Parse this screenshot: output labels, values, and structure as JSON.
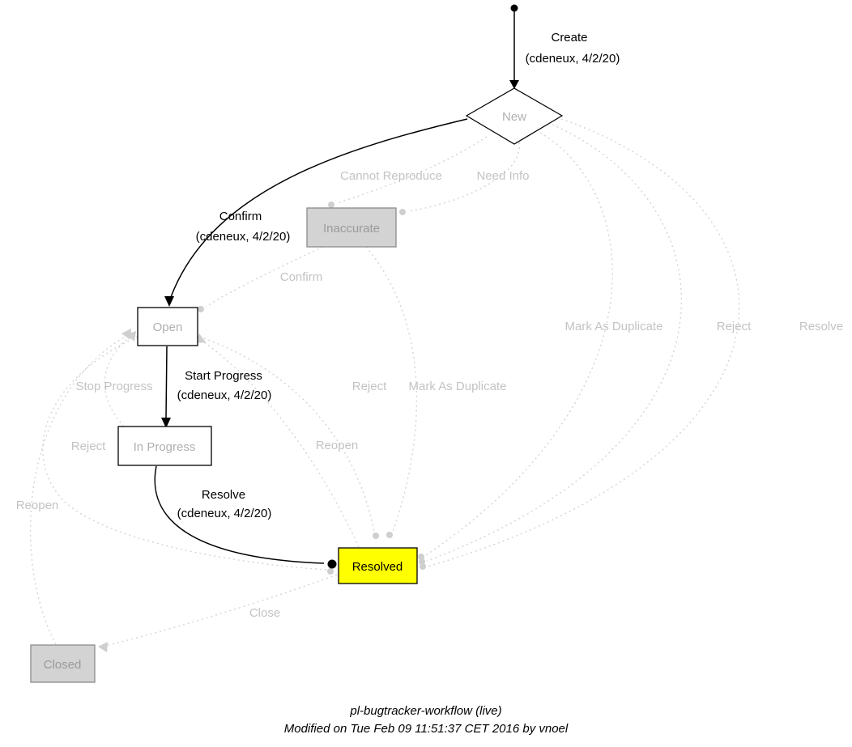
{
  "caption": {
    "line1": "pl-bugtracker-workflow (live)",
    "line2": "Modified on Tue Feb 09 11:51:37 CET 2016 by vnoel"
  },
  "nodes": {
    "new": "New",
    "inaccurate": "Inaccurate",
    "open": "Open",
    "in_progress": "In Progress",
    "resolved": "Resolved",
    "closed": "Closed"
  },
  "edges": {
    "create": {
      "label": "Create",
      "meta": "(cdeneux, 4/2/20)"
    },
    "confirm_done": {
      "label": "Confirm",
      "meta": "(cdeneux, 4/2/20)"
    },
    "start_progress_done": {
      "label": "Start Progress",
      "meta": "(cdeneux, 4/2/20)"
    },
    "resolve_done": {
      "label": "Resolve",
      "meta": "(cdeneux, 4/2/20)"
    },
    "cannot_reproduce": {
      "label": "Cannot Reproduce"
    },
    "need_info": {
      "label": "Need Info"
    },
    "confirm": {
      "label": "Confirm"
    },
    "mark_as_duplicate_right": {
      "label": "Mark As Duplicate"
    },
    "reject_right": {
      "label": "Reject"
    },
    "resolve_right": {
      "label": "Resolve"
    },
    "stop_progress": {
      "label": "Stop Progress"
    },
    "reject_mid": {
      "label": "Reject"
    },
    "mark_as_duplicate_mid": {
      "label": "Mark As Duplicate"
    },
    "reject_left": {
      "label": "Reject"
    },
    "reopen_mid": {
      "label": "Reopen"
    },
    "reopen_left": {
      "label": "Reopen"
    },
    "close": {
      "label": "Close"
    }
  },
  "colors": {
    "resolved_fill": "#ffff00",
    "gray_node_fill": "#d3d3d3",
    "white_node_fill": "#ffffff",
    "active_edge": "#000000",
    "inactive_edge": "#d4d4d4",
    "inactive_text": "#c3c3c3"
  }
}
